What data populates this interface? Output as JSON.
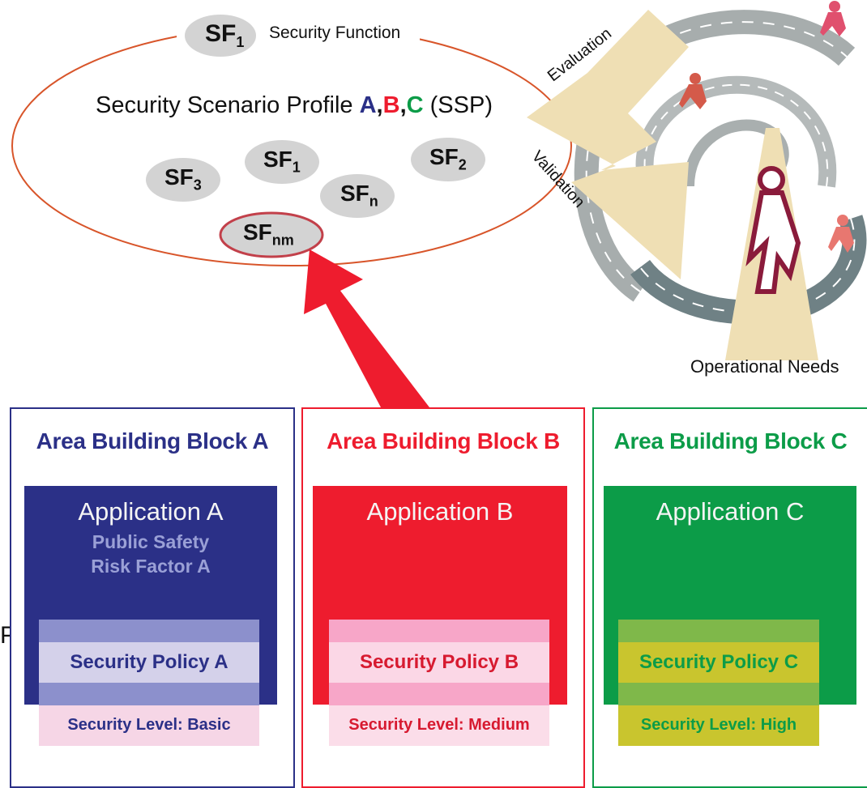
{
  "ssp": {
    "title_prefix": "Security Scenario Profile ",
    "title_a": "A",
    "title_comma1": ",",
    "title_b": "B",
    "title_comma2": ",",
    "title_c": "C",
    "title_suffix": " (SSP)",
    "top_sf_main": "SF",
    "top_sf_sub": "1",
    "top_sf_caption": "Security Function",
    "functions": [
      {
        "main": "SF",
        "sub": "3"
      },
      {
        "main": "SF",
        "sub": "1"
      },
      {
        "main": "SF",
        "sub": "n"
      },
      {
        "main": "SF",
        "sub": "2"
      },
      {
        "main": "SF",
        "sub": "nm"
      }
    ]
  },
  "process": {
    "evaluation": "Evaluation",
    "validation": "Validation",
    "operational_needs": "Operational Needs"
  },
  "left_fragment": "P)",
  "blocks": [
    {
      "title": "Area Building Block A",
      "application": "Application A",
      "details": [
        "Public Safety",
        "Risk Factor A"
      ],
      "policy": "Security Policy A",
      "level": "Security Level: Basic"
    },
    {
      "title": "Area Building Block B",
      "application": "Application B",
      "details": [],
      "policy": "Security Policy B",
      "level": "Security Level: Medium"
    },
    {
      "title": "Area Building Block C",
      "application": "Application C",
      "details": [],
      "policy": "Security Policy C",
      "level": "Security Level: High"
    }
  ],
  "colors": {
    "blue": "#2b3087",
    "red": "#ee1c2e",
    "green": "#0c9c48",
    "ellipse_outline": "#d8552a",
    "sf_fill": "#d3d3d3",
    "arrow_beige": "#efdfb4",
    "spiral_gray": "#a9afaf"
  }
}
